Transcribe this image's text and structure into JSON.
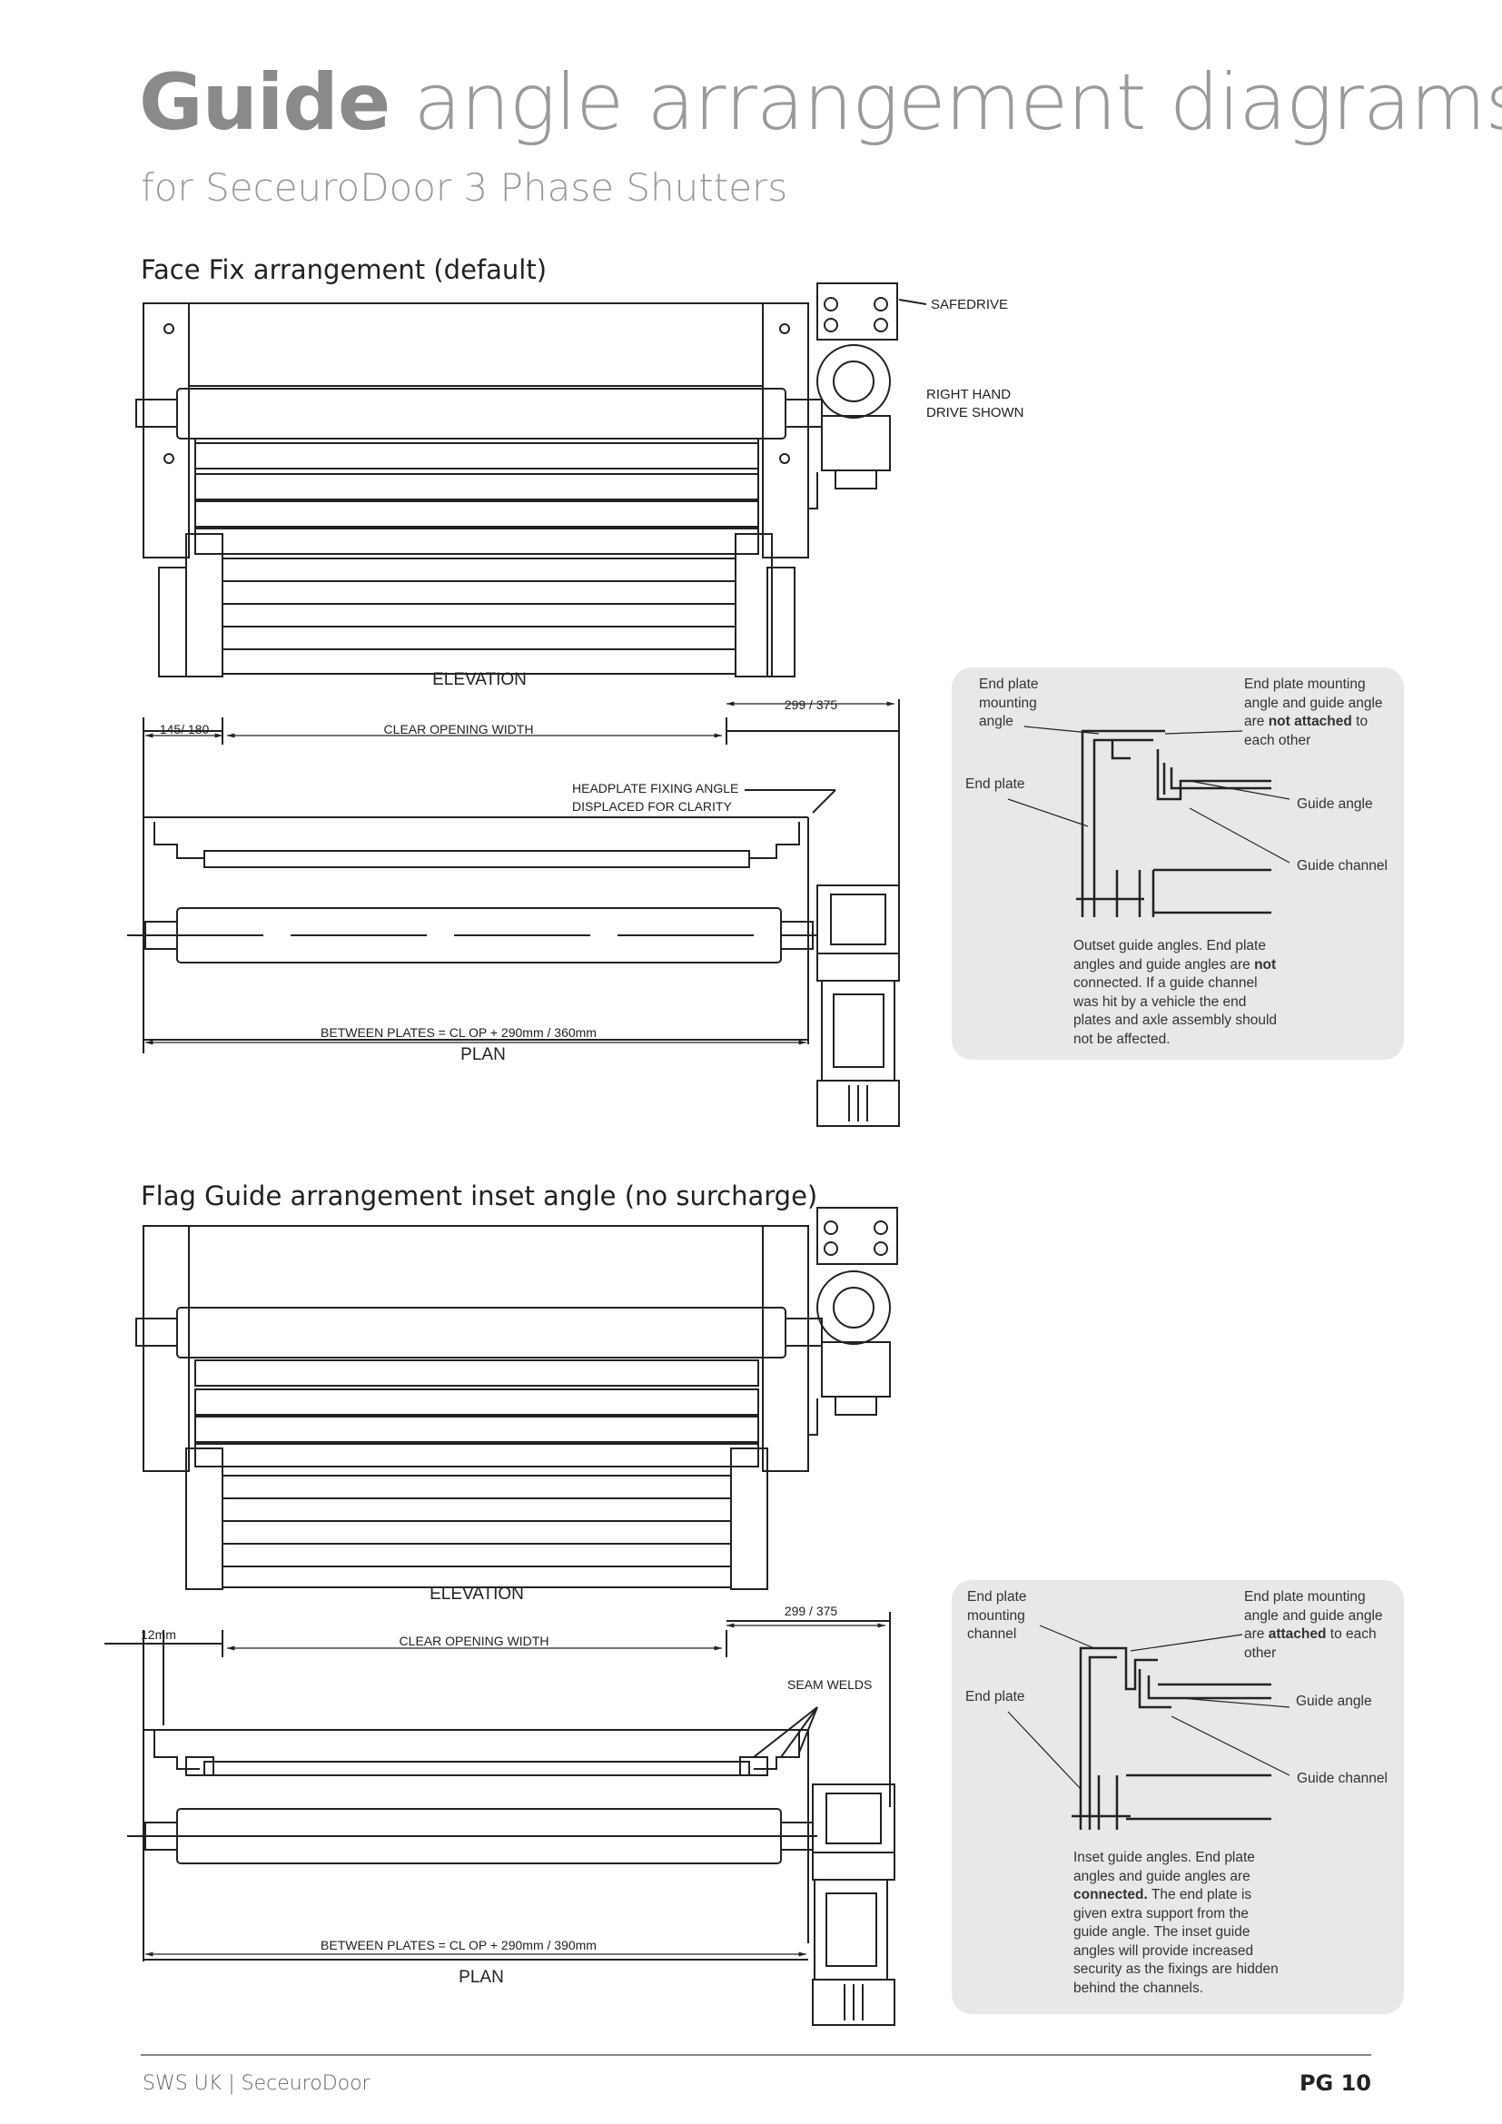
{
  "header": {
    "title_bold": "Guide",
    "title_rest": " angle arrangement diagrams",
    "subtitle": "for SeceuroDoor 3 Phase Shutters"
  },
  "section1": {
    "heading": "Face Fix arrangement (default)",
    "safedrive": "SAFEDRIVE",
    "right_hand_1": "RIGHT HAND",
    "right_hand_2": "DRIVE SHOWN",
    "elevation": "ELEVATION",
    "dim_299": "299 / 375",
    "dim_145": "145/ 180",
    "clear_opening": "CLEAR OPENING WIDTH",
    "headplate_1": "HEADPLATE FIXING ANGLE",
    "headplate_2": "DISPLACED FOR CLARITY",
    "between_plates": "BETWEEN PLATES = CL OP + 290mm / 360mm",
    "plan": "PLAN",
    "note": {
      "end_plate_mounting": "End plate\nmounting\nangle",
      "end_plate": "End plate",
      "right_label_a": "End plate mounting\nangle and guide angle\nare ",
      "right_label_bold": "not attached",
      "right_label_b": " to\neach other",
      "guide_angle": "Guide angle",
      "guide_channel": "Guide channel",
      "desc_a": "Outset guide angles. End plate\nangles and guide angles are ",
      "desc_bold": "not",
      "desc_b": "\nconnected. If a guide channel\nwas hit by a vehicle the end\nplates and axle assembly should\nnot be affected."
    }
  },
  "section2": {
    "heading": "Flag Guide arrangement inset angle (no surcharge)",
    "elevation": "ELEVATION",
    "dim_299": "299 / 375",
    "dim_12": "12mm",
    "clear_opening": "CLEAR OPENING WIDTH",
    "seam_welds": "SEAM WELDS",
    "between_plates": "BETWEEN PLATES = CL OP + 290mm / 390mm",
    "plan": "PLAN",
    "note": {
      "end_plate_mounting": "End plate\nmounting\nchannel",
      "end_plate": "End plate",
      "right_label_a": "End plate mounting\nangle and guide angle\nare ",
      "right_label_bold": "attached",
      "right_label_b": " to each\nother",
      "guide_angle": "Guide angle",
      "guide_channel": "Guide channel",
      "desc_a": "Inset guide angles. End plate\nangles and guide angles are\n",
      "desc_bold": "connected.",
      "desc_b": " The end plate is\ngiven extra support from the\nguide angle. The inset guide\nangles will provide increased\nsecurity as the fixings are hidden\nbehind the channels."
    }
  },
  "footer": {
    "left": "SWS UK | SeceuroDoor",
    "page": "PG 10"
  }
}
